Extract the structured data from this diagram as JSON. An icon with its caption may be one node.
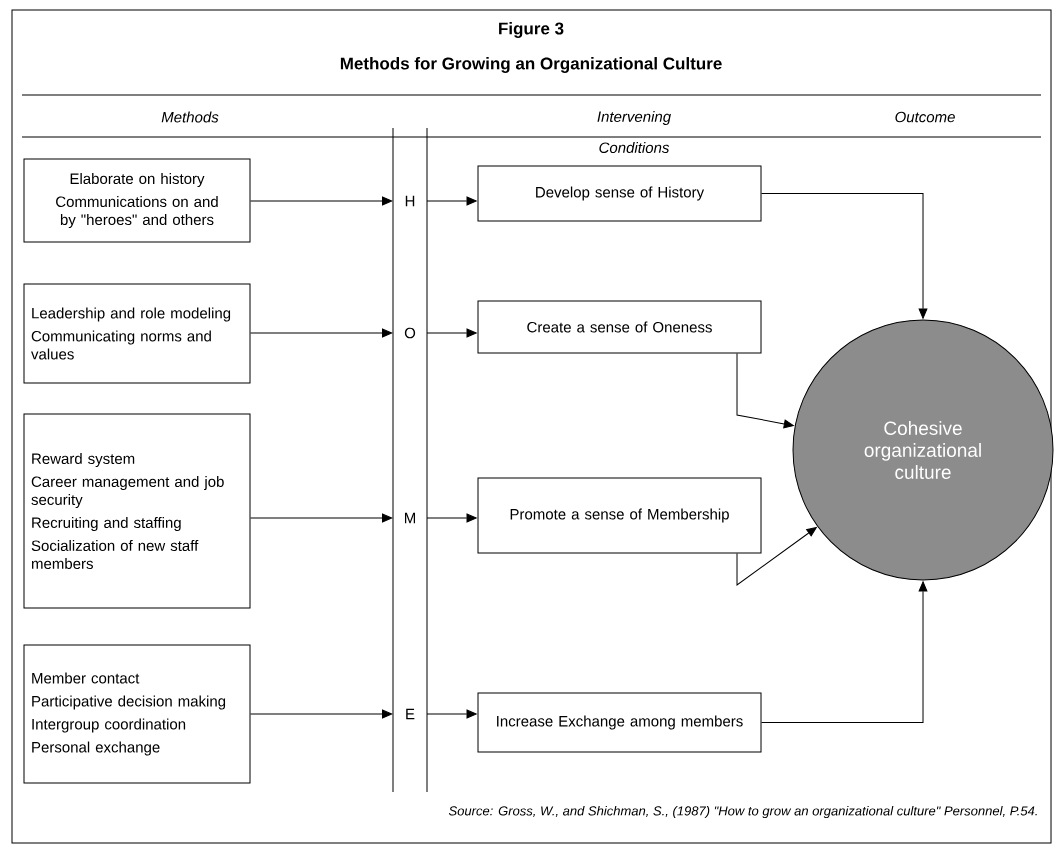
{
  "diagram": {
    "title": "Figure 3",
    "caption": "Source: Gross, W., and Shichman, S., (1987) \"How to grow an organizational culture\" Personnel, P.54.",
    "nodes": [
      {
        "text": [
          "Elaborate on history",
          "Communications on and by \"heroes\" and others"
        ]
      },
      {
        "text": [
          "Leadership and role modeling",
          "Communicating norms and values"
        ]
      },
      {
        "text": [
          "Reward system",
          "Career management and job security",
          "Recruiting and staffing",
          "Socialization of new staff members"
        ]
      },
      {
        "text": [
          "Member contact",
          "Participative decision making",
          "Intergroup coordination",
          "Personal exchange"
        ]
      },
      {
        "text": [
          "H"
        ]
      },
      {
        "text": [
          "O"
        ]
      },
      {
        "text": [
          "M"
        ]
      },
      {
        "text": [
          "E"
        ]
      },
      {
        "text": [
          "Develop sense of History"
        ]
      },
      {
        "text": [
          "Create a sense of Oneness"
        ]
      },
      {
        "text": [
          "Promote a sense of Membership"
        ]
      },
      {
        "text": [
          "Increase Exchange among members"
        ]
      },
      {
        "text": [
          "Cohesive organizational culture"
        ]
      }
    ],
    "edges": [
      {
        "from": 0,
        "to": 4,
        "arrow": "to"
      },
      {
        "from": 4,
        "to": 8,
        "arrow": "to"
      },
      {
        "from": 1,
        "to": 5,
        "arrow": "to"
      },
      {
        "from": 5,
        "to": 9,
        "arrow": "to"
      },
      {
        "from": 2,
        "to": 6,
        "arrow": "to"
      },
      {
        "from": 6,
        "to": 10,
        "arrow": "to"
      },
      {
        "from": 3,
        "to": 7,
        "arrow": "to"
      },
      {
        "from": 7,
        "to": 11,
        "arrow": "to"
      },
      {
        "from": 8,
        "to": 12,
        "arrow": "to"
      },
      {
        "from": 9,
        "to": 12,
        "arrow": "to"
      },
      {
        "from": 10,
        "to": 12,
        "arrow": "to"
      },
      {
        "from": 11,
        "to": 12,
        "arrow": "to"
      }
    ],
    "labels": [
      "Methods for Growing an Organizational Culture",
      "Methods",
      "Intervening Conditions",
      "Outcome"
    ]
  }
}
